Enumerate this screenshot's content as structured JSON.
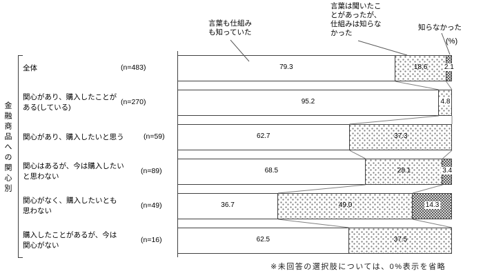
{
  "axis_group_title": "金融商品への関心別",
  "percent_label": "(%)",
  "footnote": "※未回答の選択肢については、0%表示を省略",
  "legend_labels": {
    "knew_both": "言葉も仕組み\nも知っていた",
    "heard_only": "言葉は聞いたこ\nとがあったが、\n仕組みは知らな\nかった",
    "did_not_know": "知らなかった"
  },
  "colors": {
    "bar_border": "#404040",
    "connector_line": "#7f7f7f",
    "leader_line": "#595959",
    "dot_pattern": "#8a8a8a",
    "checker_dark": "#5e5e5e",
    "checker_light": "#d6d6d6"
  },
  "chart_data": {
    "type": "bar",
    "stacked": true,
    "orientation": "horizontal",
    "unit": "%",
    "xlim": [
      0,
      100
    ],
    "grid": false,
    "legend_position": "top-callouts",
    "series_names": [
      "言葉も仕組みも知っていた",
      "言葉は聞いたことがあったが、仕組みは知らなかった",
      "知らなかった"
    ],
    "rows": [
      {
        "category": "全体",
        "label_lines": "全体",
        "n_label": "(n=483)",
        "values": [
          79.3,
          18.6,
          2.1
        ],
        "value_labels": [
          "79.3",
          "18.6",
          "2.1"
        ]
      },
      {
        "category": "関心があり、購入したことがある(している)",
        "label_lines": "関心があり、購入したことが\nある(している)",
        "n_label": "(n=270)",
        "values": [
          95.2,
          4.8,
          0
        ],
        "value_labels": [
          "95.2",
          "4.8",
          ""
        ]
      },
      {
        "category": "関心があり、購入したいと思う",
        "label_lines": "関心があり、購入したいと思う",
        "n_label": "(n=59)",
        "values": [
          62.7,
          37.3,
          0
        ],
        "value_labels": [
          "62.7",
          "37.3",
          ""
        ]
      },
      {
        "category": "関心はあるが、今は購入したいと思わない",
        "label_lines": "関心はあるが、今は購入したい\nと思わない",
        "n_label": "(n=89)",
        "values": [
          68.5,
          28.1,
          3.4
        ],
        "value_labels": [
          "68.5",
          "28.1",
          "3.4"
        ]
      },
      {
        "category": "関心がなく、購入したいとも思わない",
        "label_lines": "関心がなく、購入したいとも\n思わない",
        "n_label": "(n=49)",
        "values": [
          36.7,
          49.0,
          14.3
        ],
        "value_labels": [
          "36.7",
          "49.0",
          "14.3"
        ]
      },
      {
        "category": "購入したことがあるが、今は関心がない",
        "label_lines": "購入したことがあるが、今は\n関心がない",
        "n_label": "(n=16)",
        "values": [
          62.5,
          37.5,
          0
        ],
        "value_labels": [
          "62.5",
          "37.5",
          ""
        ]
      }
    ]
  }
}
